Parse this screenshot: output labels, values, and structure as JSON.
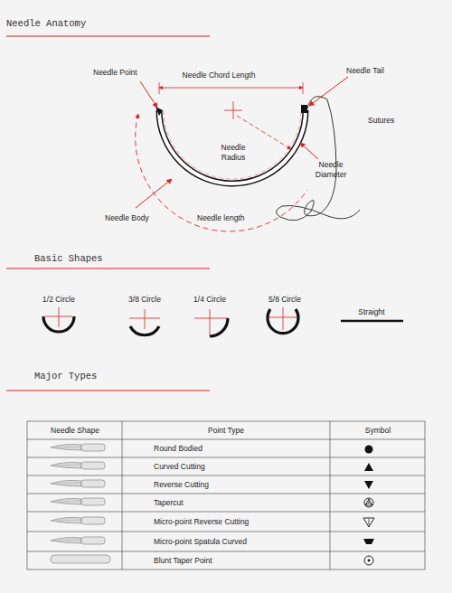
{
  "diagram": {
    "labels": [
      "Needle Anatomy",
      "Needle Point",
      "Needle Chord Length",
      "Needle Tail",
      "Sutures",
      "Needle Radius",
      "Needle Diameter",
      "Needle Body",
      "Needle length",
      "Basic Shapes",
      "1/2 Circle",
      "3/8 Circle",
      "1/4 Circle",
      "5/8 Circle",
      "Straight",
      "Major Types",
      "Needle Shape",
      "Point Type",
      "Symbol",
      "Round Bodied",
      "Curved Cutting",
      "Reverse Cutting",
      "Tapercut",
      "Micro-point Reverse Cutting",
      "Micro-point Spatula Curved",
      "Blunt Taper Point"
    ]
  }
}
